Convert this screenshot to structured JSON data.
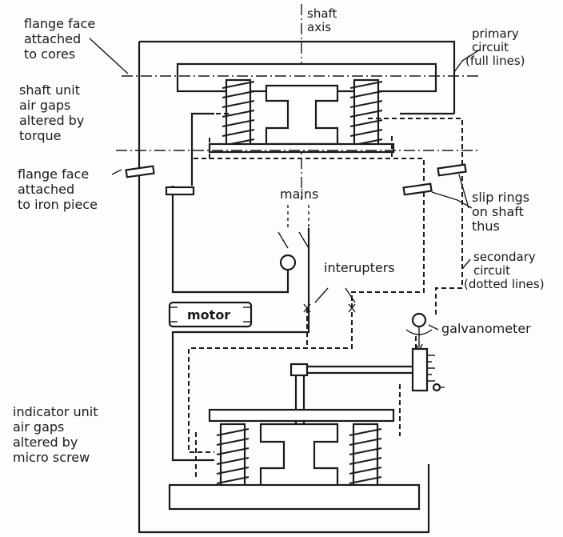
{
  "labels": {
    "shaft_axis": [
      "shaft",
      "axis"
    ],
    "flange_cores": [
      "flange face",
      "attached",
      "to cores"
    ],
    "shaft_unit": [
      "shaft unit",
      "air gaps",
      "altered by",
      "torque"
    ],
    "flange_iron": [
      "flange face",
      "attached",
      "to iron piece"
    ],
    "primary_circuit": [
      "primary",
      "circuit",
      "(full lines)"
    ],
    "mains": "mains",
    "slip_rings": [
      "slip rings",
      "on shaft",
      "thus"
    ],
    "interupters": "interupters",
    "secondary_circuit": [
      "secondary",
      "circuit",
      "(dotted lines)"
    ],
    "motor": "motor",
    "galvanometer": "galvanometer",
    "indicator_unit": [
      "indicator unit",
      "air gaps",
      "altered by",
      "micro screw"
    ]
  },
  "colors": {
    "ink": "#1a1a1a",
    "paper": "#fdfdfb"
  }
}
